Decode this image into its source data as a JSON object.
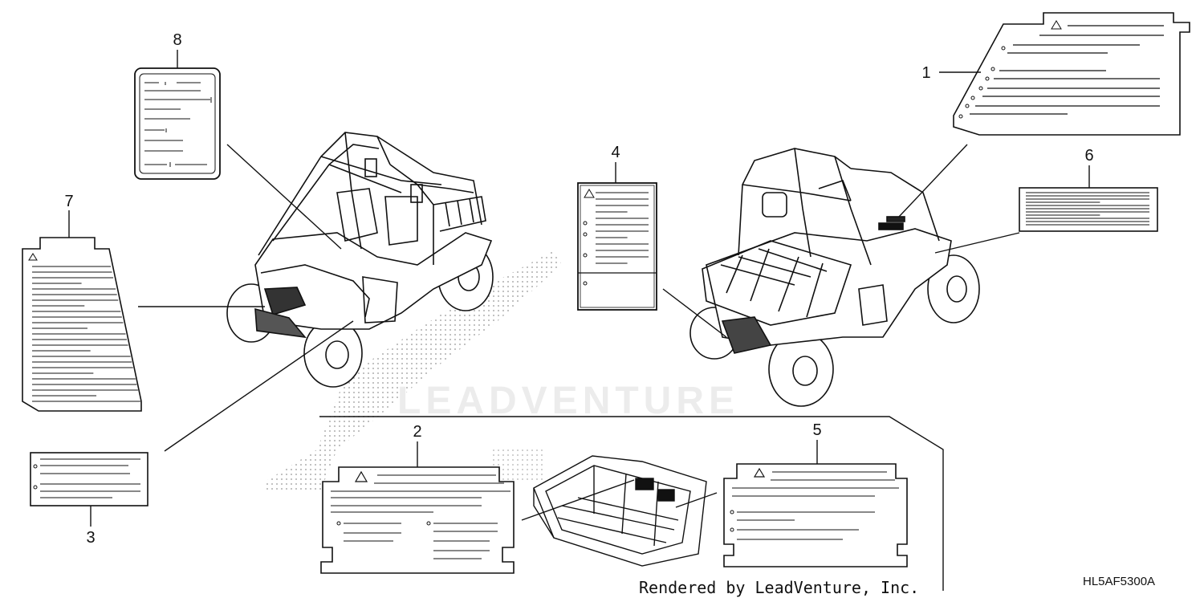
{
  "diagram": {
    "callouts": [
      "1",
      "2",
      "3",
      "4",
      "5",
      "6",
      "7",
      "8"
    ],
    "credit": "Rendered by LeadVenture, Inc.",
    "diagram_code": "HL5AF5300A",
    "watermark": "LEADVENTURE"
  }
}
